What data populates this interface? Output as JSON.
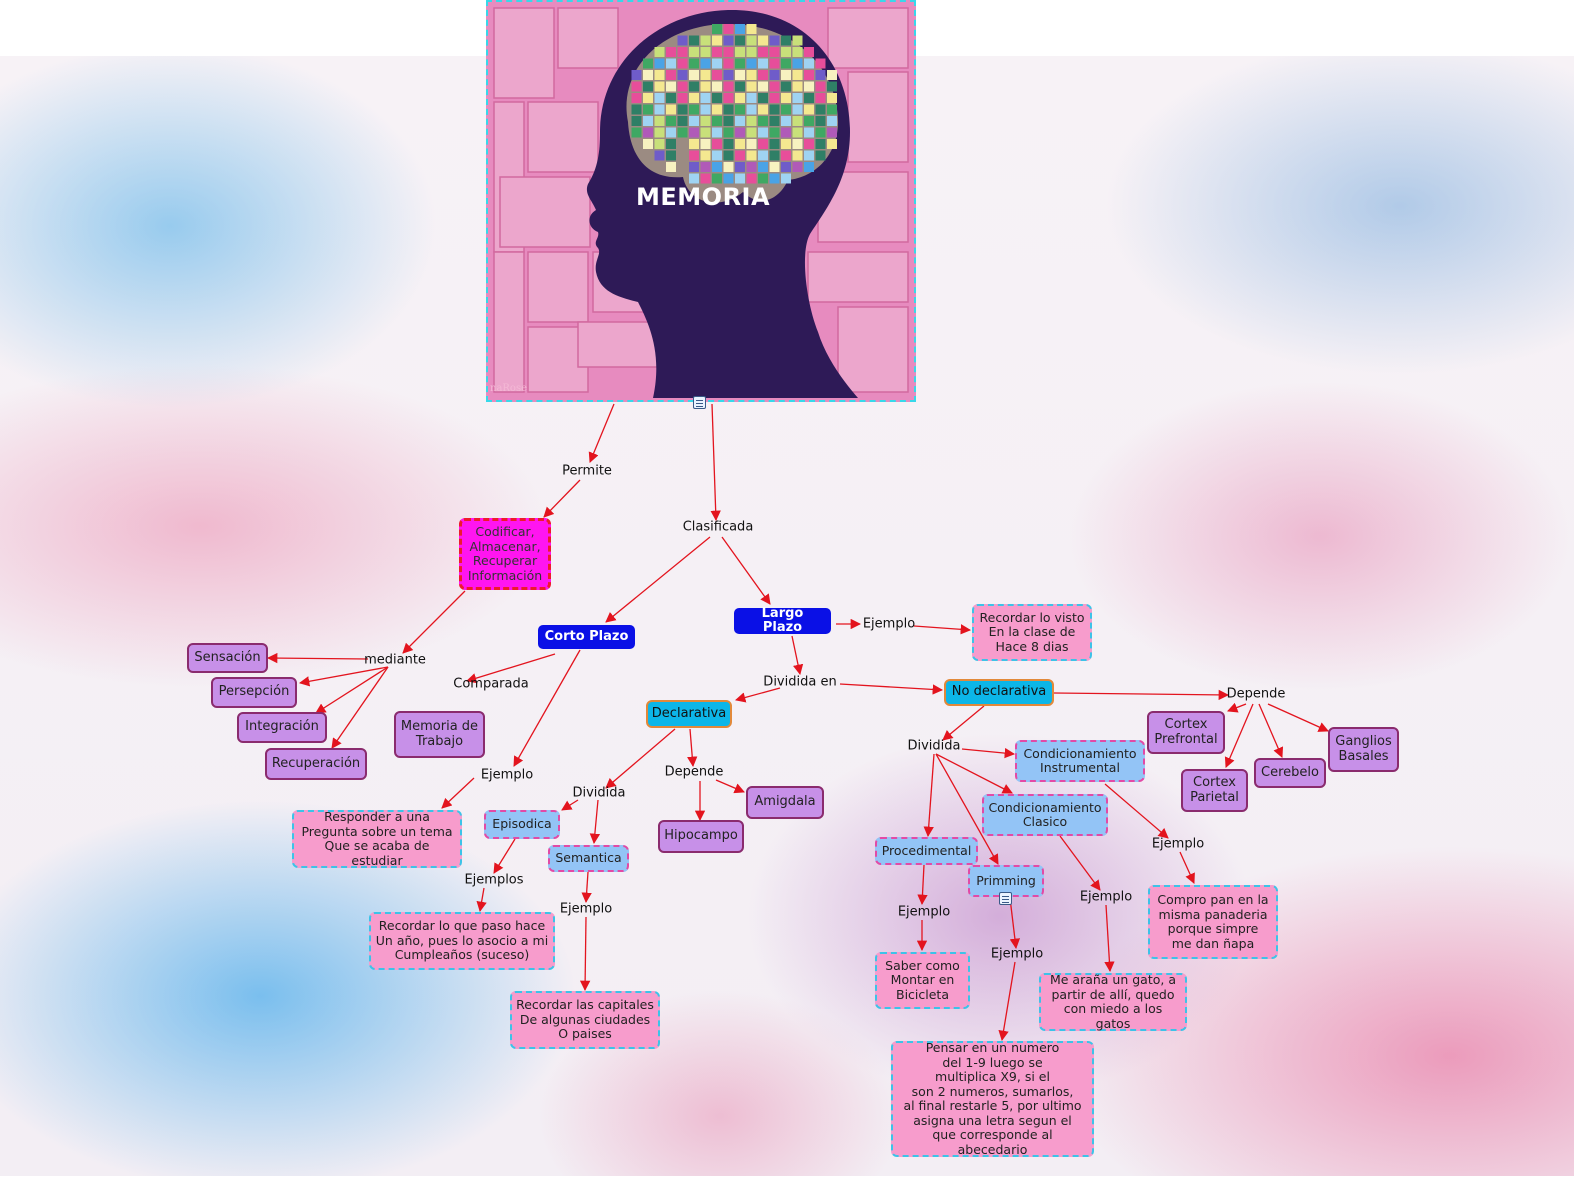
{
  "title": "MEMORIA",
  "hero_signature": "naRose",
  "icons": [
    "note-icon"
  ],
  "colors": {
    "link": "#e3141e",
    "blue_node": "#0a10e6",
    "cyan_node": "#0cb6e8",
    "purple_node": "#c790e8",
    "pink_node": "#f79ccc",
    "light_blue_node": "#93c4f6",
    "magenta_node": "#ff15f0",
    "hero_background": "#e78bbf",
    "hero_silhouette": "#2e1a57"
  },
  "nodes": {
    "codificar": "Codificar,\nAlmacenar,\nRecuperar\nInformación",
    "corto_plazo": "Corto Plazo",
    "largo_plazo": "Largo Plazo",
    "recordar_visto": "Recordar lo visto\nEn la clase de\nHace 8 dias",
    "declarativa": "Declarativa",
    "no_declarativa": "No declarativa",
    "sensacion": "Sensación",
    "persepcion": "Persepción",
    "integracion": "Integración",
    "recuperacion": "Recuperación",
    "memoria_trabajo": "Memoria de\nTrabajo",
    "responder": "Responder a una\nPregunta sobre un tema\nQue se acaba de estudiar",
    "episodica": "Episodica",
    "semantica": "Semantica",
    "recordar_anio": "Recordar lo que paso hace\nUn año, pues lo asocio a mi\nCumpleaños (suceso)",
    "recordar_capitales": "Recordar las capitales\nDe algunas ciudades\nO paises",
    "hipocampo": "Hipocampo",
    "amigdala": "Amigdala",
    "cond_instrumental": "Condicionamiento\nInstrumental",
    "cond_clasico": "Condicionamiento\nClasico",
    "procedimental": "Procedimental",
    "priming": "Primming",
    "saber_montar": "Saber como\nMontar en\nBicicleta",
    "gato": "Me araña un gato, a\npartir de allí, quedo\ncon miedo a los gatos",
    "pan": "Compro pan en la\nmisma panaderia\nporque simpre\nme dan ñapa",
    "pensar_numero": "Pensar en un numero\ndel 1-9 luego se\nmultiplica X9, si el\nson 2 numeros, sumarlos,\nal final restarle 5, por ultimo\nasigna una letra segun el\nque corresponde al abecedario",
    "cortex_prefrontal": "Cortex\nPrefrontal",
    "cortex_parietal": "Cortex\nParietal",
    "cerebelo": "Cerebelo",
    "ganglios": "Ganglios\nBasales"
  },
  "labels": {
    "permite": "Permite",
    "clasificada": "Clasificada",
    "mediante": "mediante",
    "comparada": "Comparada",
    "ejemplo_corto": "Ejemplo",
    "ejemplo_largo": "Ejemplo",
    "dividida_en": "Dividida en",
    "dividida_decl": "Dividida",
    "depende_decl": "Depende",
    "ejemplos_epi": "Ejemplos",
    "ejemplo_sem": "Ejemplo",
    "dividida_nodecl": "Dividida",
    "depende_nodecl": "Depende",
    "ejemplo_proc": "Ejemplo",
    "ejemplo_prim": "Ejemplo",
    "ejemplo_clas": "Ejemplo",
    "ejemplo_inst": "Ejemplo"
  }
}
